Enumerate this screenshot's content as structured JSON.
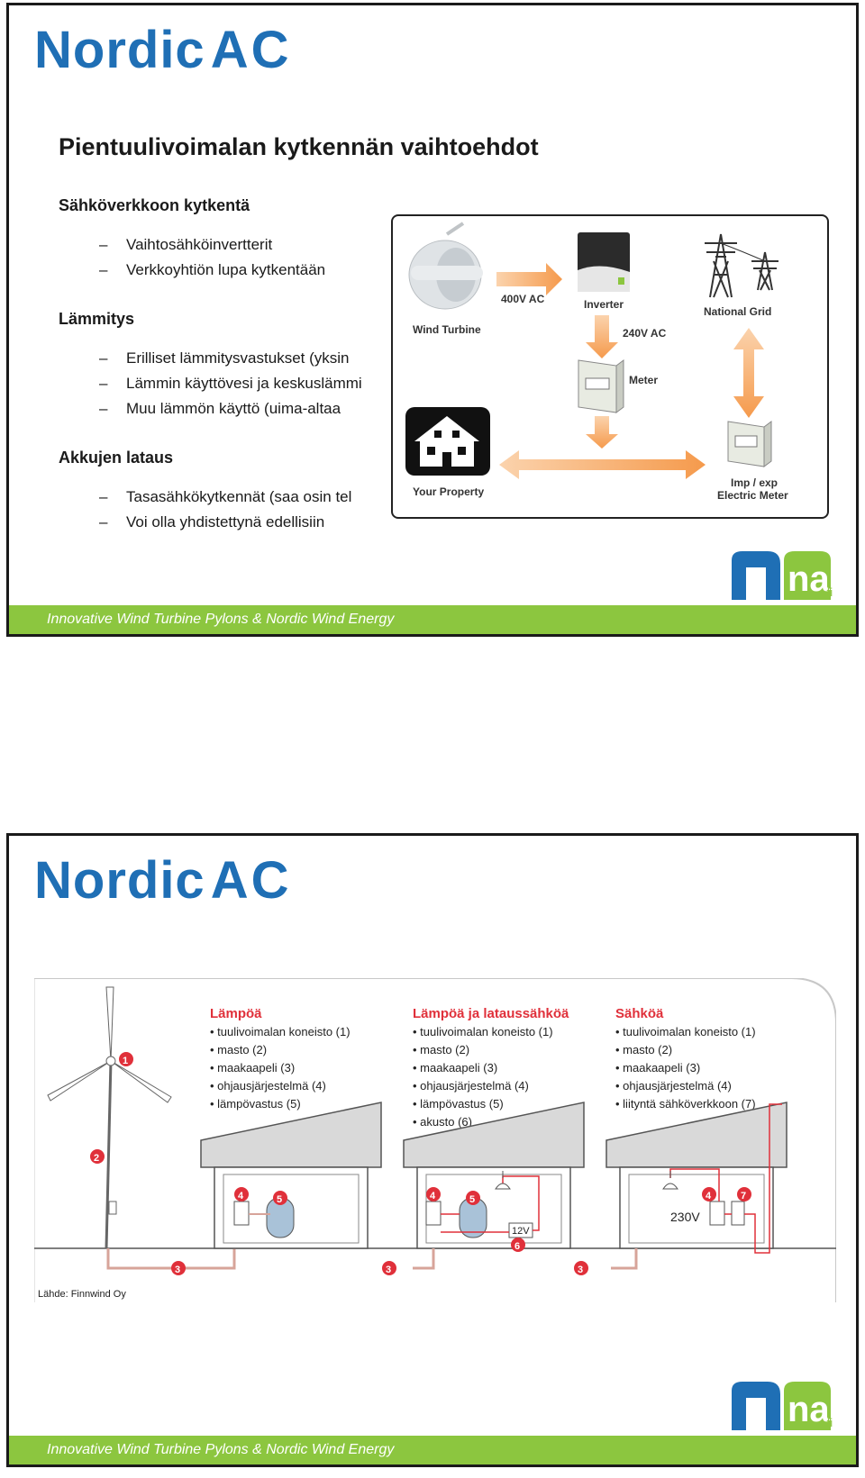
{
  "brand": {
    "logo_left": "Nordic",
    "logo_right": "AC",
    "badge_text": "nac",
    "badge_suffix": ".fi"
  },
  "footer_text": "Innovative Wind Turbine Pylons & Nordic Wind Energy",
  "slide1": {
    "title": "Pientuulivoimalan kytkennän vaihtoehdot",
    "sections": [
      {
        "heading": "Sähköverkkoon kytkentä",
        "items": [
          "Vaihtosähköinvertterit",
          "Verkkoyhtiön lupa kytkentään"
        ]
      },
      {
        "heading": "Lämmitys",
        "items": [
          "Erilliset lämmitysvastukset (yksin",
          "Lämmin käyttövesi ja keskuslämmi",
          "Muu lämmön käyttö (uima-altaa"
        ]
      },
      {
        "heading": "Akkujen lataus",
        "items": [
          "Tasasähkökytkennät (saa osin tel",
          "Voi olla yhdistettynä edellisiin"
        ]
      }
    ],
    "diagram": {
      "wind_turbine": "Wind Turbine",
      "v400": "400V AC",
      "inverter": "Inverter",
      "national_grid": "National Grid",
      "v240": "240V AC",
      "meter": "Meter",
      "your_property": "Your Property",
      "imp_exp_1": "Imp / exp",
      "imp_exp_2": "Electric Meter"
    }
  },
  "slide2": {
    "columns": [
      {
        "heading": "Lämpöä",
        "items": [
          "• tuulivoimalan koneisto (1)",
          "• masto (2)",
          "• maakaapeli (3)",
          "• ohjausjärjestelmä (4)",
          "• lämpövastus (5)"
        ]
      },
      {
        "heading": "Lämpöä ja latauss­ähköä",
        "items": [
          "• tuulivoimalan koneisto (1)",
          "• masto (2)",
          "• maakaapeli (3)",
          "• ohjausjärjestelmä (4)",
          "• lämpövastus (5)",
          "• akusto (6)"
        ]
      },
      {
        "heading": "Sähköä",
        "items": [
          "• tuulivoimalan koneisto (1)",
          "• masto (2)",
          "• maakaapeli (3)",
          "• ohjausjärjestelmä (4)",
          "• liitynt­ä sähköverkkoon (7)"
        ]
      }
    ],
    "markers": {
      "m1": "1",
      "m2": "2",
      "m3": "3",
      "m4": "4",
      "m5": "5",
      "m6": "6",
      "m7": "7"
    },
    "v12": "12V",
    "v230": "230V",
    "source": "Lähde: Finnwind Oy"
  },
  "colors": {
    "brand_blue": "#1f6fb5",
    "footer_green": "#8cc63f",
    "marker_red": "#e0303a",
    "orange_arrow": "#f6a35e"
  }
}
